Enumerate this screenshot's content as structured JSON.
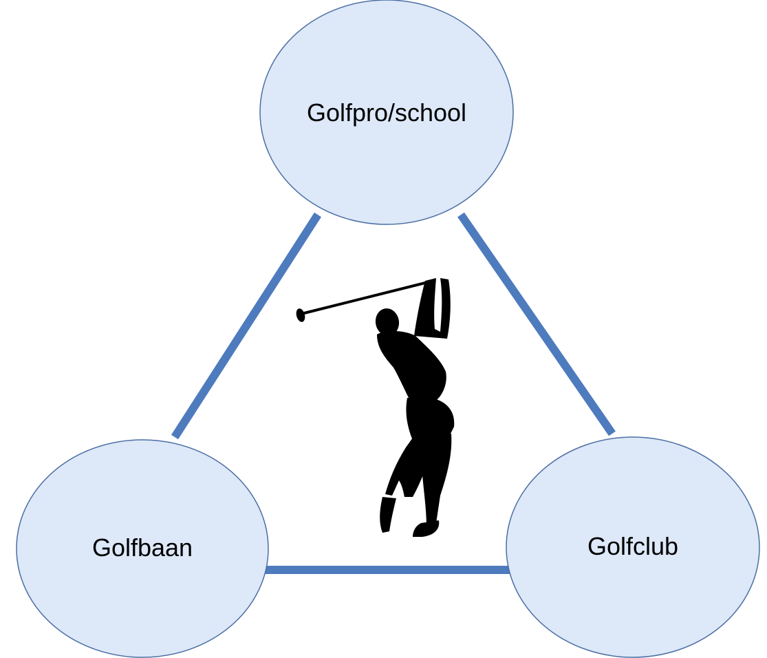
{
  "diagram": {
    "nodes": {
      "top": {
        "label": "Golfpro/school"
      },
      "left": {
        "label": "Golfbaan"
      },
      "right": {
        "label": "Golfclub"
      }
    },
    "center_icon": "golfer-silhouette-icon"
  },
  "colors": {
    "node_fill": "#dde8f8",
    "node_stroke": "#4a6ea3",
    "edge": "#4e7bbd",
    "silhouette": "#000000",
    "background": "#ffffff"
  }
}
